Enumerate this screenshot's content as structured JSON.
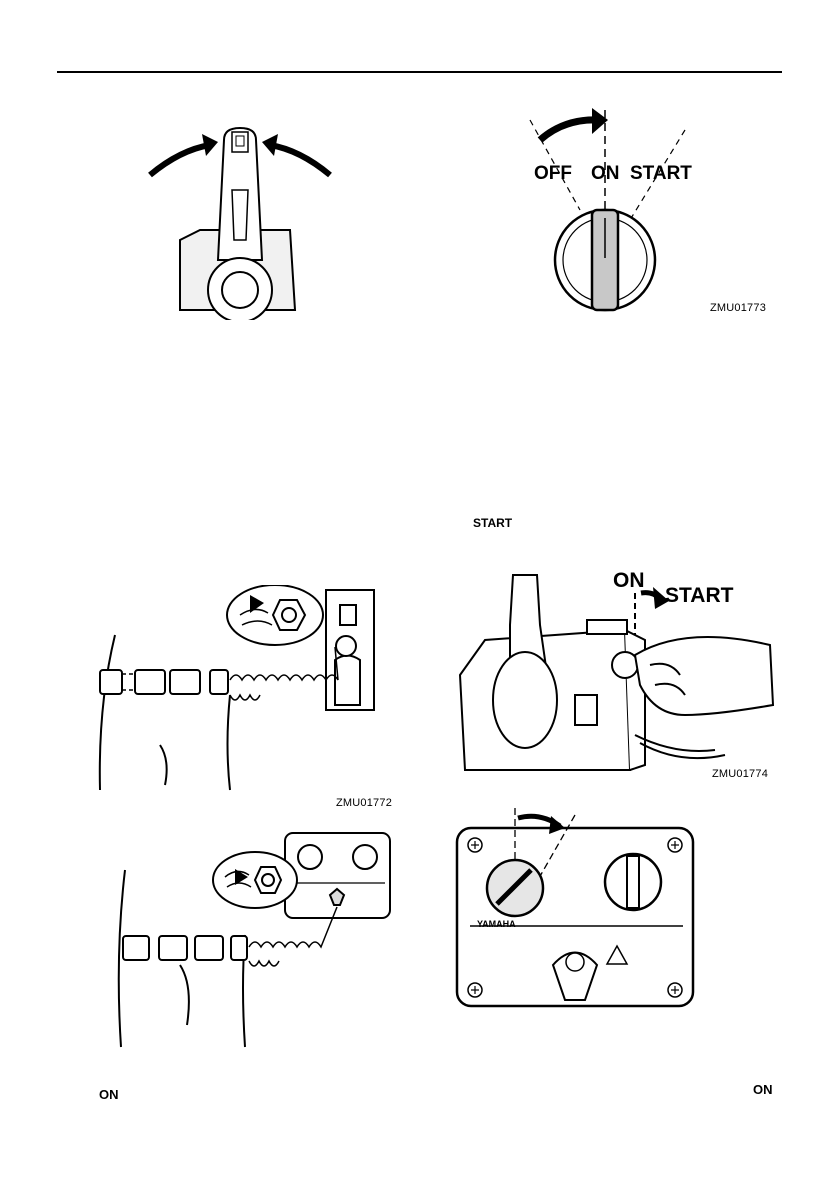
{
  "figures": {
    "key_switch": {
      "labels": {
        "off": "OFF",
        "on": "ON",
        "start": "START"
      },
      "code": "ZMU01773"
    },
    "lanyard_remote": {
      "code": "ZMU01772"
    },
    "start_key": {
      "labels": {
        "on": "ON",
        "start": "START"
      },
      "code": "ZMU01774"
    },
    "yamaha_panel": {
      "brand": "YAMAHA"
    }
  },
  "inline_text": {
    "start_icon": "START",
    "on_icon_left": "ON",
    "on_icon_right": "ON"
  }
}
